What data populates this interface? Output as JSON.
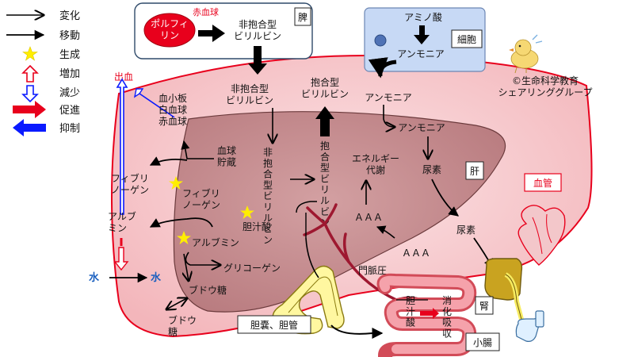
{
  "legend": {
    "change": "変化",
    "move": "移動",
    "generate": "生成",
    "increase": "増加",
    "decrease": "減少",
    "promote": "促進",
    "inhibit": "抑制"
  },
  "spleen": {
    "porphyrin": "ポルフィ\nリン",
    "rbc_small": "赤血球",
    "unconj_bili": "非抱合型\nビリルビン",
    "label": "脾"
  },
  "cell": {
    "amino_acid": "アミノ酸",
    "ammonia": "アンモニア",
    "label": "細胞"
  },
  "copyright": "©生命科学教育\nシェアリンググループ",
  "blood": {
    "bleeding": "出血",
    "cells": "血小板\n白血球\n赤血球",
    "unconj_bili": "非抱合型\nビリルビン",
    "conj_bili": "抱合型\nビリルビン",
    "ammonia": "アンモニア",
    "fibrinogen": "フィブリ\nノーゲン",
    "albumin": "アルブ\nミン",
    "water_out": "水",
    "water_in": "水",
    "glucose": "ブドウ\n糖",
    "urea": "尿素",
    "vessel_label": "血管"
  },
  "liver": {
    "ammonia": "アンモニア",
    "urea": "尿素",
    "label": "肝",
    "blood_storage": "血球\n貯蔵",
    "unconj_bili_v": "非抱合型ビリルビン",
    "conj_bili_v": "抱合型ビリルビン",
    "energy": "エネルギー\n代謝",
    "fibrinogen": "フィブリ\nノーゲン",
    "bile_acid": "胆汁酸",
    "albumin": "アルブミン",
    "glycogen": "グリコーゲン",
    "glucose": "ブドウ糖",
    "aaa_liver": "ＡＡＡ",
    "aaa_portal": "ＡＡＡ",
    "portal_pressure": "門脈圧"
  },
  "gallbladder": "胆嚢、胆管",
  "intestine": {
    "bile_acid_v": "胆汁酸",
    "digest_v": "消化吸収",
    "label": "小腸"
  },
  "kidney": "腎",
  "colors": {
    "red": "#e8001c",
    "blue": "#0a1aff",
    "yellow": "#ffee00",
    "liver_fill": "#c98f91",
    "vessel_fill": "#f7c9cc",
    "cell_fill": "#c7d9f5",
    "portal": "#9e1830"
  }
}
